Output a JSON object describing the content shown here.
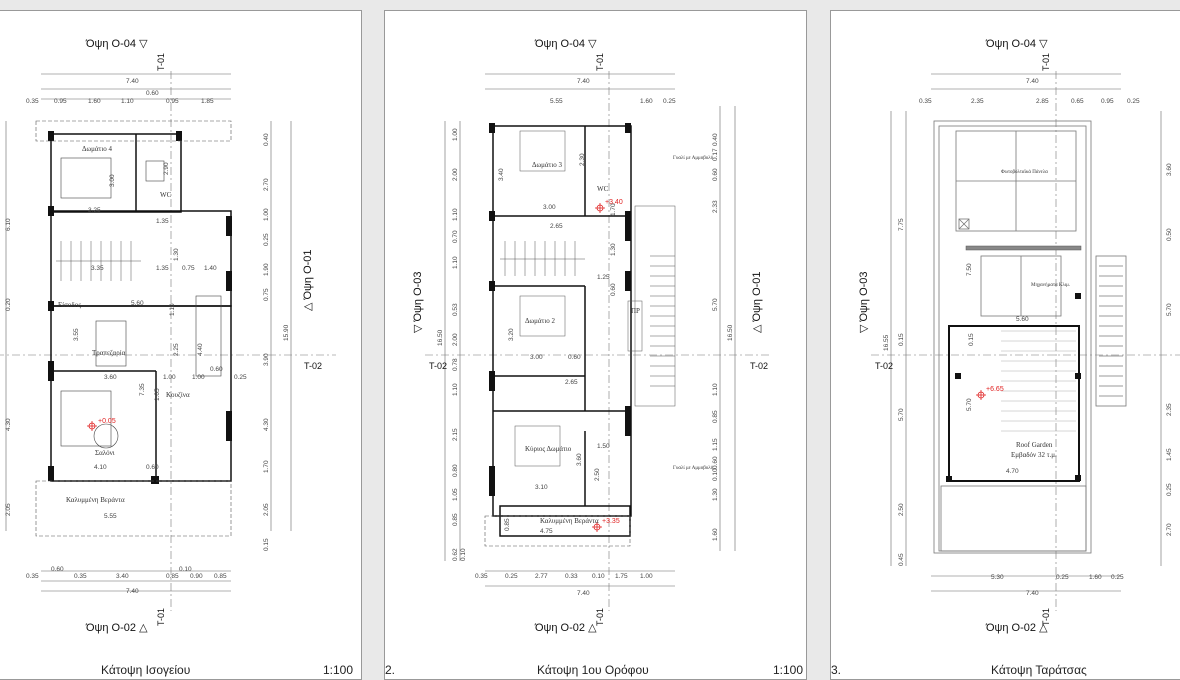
{
  "sheets": [
    {
      "number": "",
      "title": "Κάτοψη Ισογείου",
      "scale": "1:100",
      "elev_top": "Όψη Ο-04",
      "elev_bottom": "Όψη Ο-02",
      "elev_right": "Όψη Ο-01",
      "elev_left": "",
      "section_t01": "T-01",
      "section_t02": "T-02",
      "dims_top": [
        "7.40",
        "0.60",
        "0.35",
        "0.95",
        "1.60",
        "1.10",
        "0.95",
        "1.85"
      ],
      "dims_bottom": [
        "0.60",
        "0.10",
        "0.35",
        "0.35",
        "3.40",
        "0.85",
        "0.90",
        "0.85",
        "7.40"
      ],
      "dims_right": [
        "0.40",
        "2.70",
        "1.00",
        "0.25",
        "1.90",
        "0.75",
        "15.90",
        "3.90",
        "4.30",
        "1.70",
        "2.05",
        "0.15"
      ],
      "dims_left": [
        "6.10",
        "0.20",
        "4.30",
        "2.05"
      ],
      "rooms": [
        "Δωμάτιο 4",
        "WC",
        "Είσοδος",
        "Τραπεζαρία",
        "Κουζίνα",
        "Σαλόνι",
        "Καλυμμένη Βεράντα"
      ],
      "interior_dims": [
        "3.00",
        "2.90",
        "3.25",
        "1.35",
        "1.30",
        "3.35",
        "1.35",
        "0.75",
        "1.40",
        "5.60",
        "3.55",
        "1.10",
        "2.25",
        "4.40",
        "3.60",
        "1.00",
        "1.00",
        "0.60",
        "0.25",
        "7.35",
        "1.05",
        "4.10",
        "0.60",
        "5.55"
      ],
      "level": "+0.05"
    },
    {
      "number": "2.",
      "title": "Κάτοψη 1ου Ορόφου",
      "scale": "1:100",
      "elev_top": "Όψη Ο-04",
      "elev_bottom": "Όψη Ο-02",
      "elev_right": "Όψη Ο-01",
      "elev_left": "Όψη Ο-03",
      "section_t01": "T-01",
      "section_t02": "T-02",
      "dims_top": [
        "7.40",
        "5.55",
        "1.60",
        "0.25"
      ],
      "dims_bottom": [
        "0.35",
        "0.25",
        "2.77",
        "0.33",
        "0.10",
        "1.75",
        "1.00",
        "7.40"
      ],
      "dims_right": [
        "0.40",
        "0.17",
        "0.60",
        "2.33",
        "5.70",
        "16.50",
        "1.10",
        "0.85",
        "1.15",
        "0.60",
        "0.10",
        "1.30",
        "1.60"
      ],
      "dims_left": [
        "1.00",
        "2.00",
        "1.10",
        "0.70",
        "1.10",
        "0.53",
        "16.50",
        "2.00",
        "0.78",
        "1.10",
        "2.15",
        "0.80",
        "1.05",
        "0.85",
        "0.62",
        "0.10"
      ],
      "rooms": [
        "Δωμάτιο 3",
        "WC",
        "Δωμάτιο 2",
        "ΠΡ",
        "Κύριος Δωμάτιο",
        "Καλυμμένη Βεράντα"
      ],
      "notes": [
        "Γυαλί με Αμμοβολή",
        "Γυαλί με Αμμοβολή"
      ],
      "interior_dims": [
        "3.40",
        "2.30",
        "3.00",
        "1.70",
        "2.65",
        "1.30",
        "1.25",
        "0.60",
        "3.20",
        "3.00",
        "0.60",
        "2.65",
        "1.50",
        "3.60",
        "2.50",
        "3.10",
        "4.75",
        "0.85"
      ],
      "levels": [
        "+3.40",
        "+3.35"
      ]
    },
    {
      "number": "3.",
      "title": "Κάτοψη Ταράτσας",
      "scale": "",
      "elev_top": "Όψη Ο-04",
      "elev_bottom": "Όψη Ο-02",
      "elev_right": "",
      "elev_left": "Όψη Ο-03",
      "section_t01": "T-01",
      "section_t02": "T-02",
      "dims_top": [
        "7.40",
        "0.35",
        "2.35",
        "2.85",
        "0.65",
        "0.95",
        "0.25"
      ],
      "dims_bottom": [
        "5.30",
        "0.25",
        "1.60",
        "0.25",
        "7.40"
      ],
      "dims_right": [
        "3.60",
        "0.50",
        "5.70",
        "2.35",
        "1.45",
        "0.25",
        "2.70"
      ],
      "dims_left": [
        "7.75",
        "16.55",
        "0.15",
        "5.70",
        "2.50",
        "0.45"
      ],
      "rooms": [
        "Φωτοβολταϊκά Πάνελα",
        "Μηχανήματα Κλιμ.",
        "Roof Garden",
        "Εμβαδόν 32 τ.μ."
      ],
      "interior_dims": [
        "7.50",
        "5.60",
        "0.15",
        "5.70",
        "4.70"
      ],
      "level": "+6.65"
    }
  ]
}
